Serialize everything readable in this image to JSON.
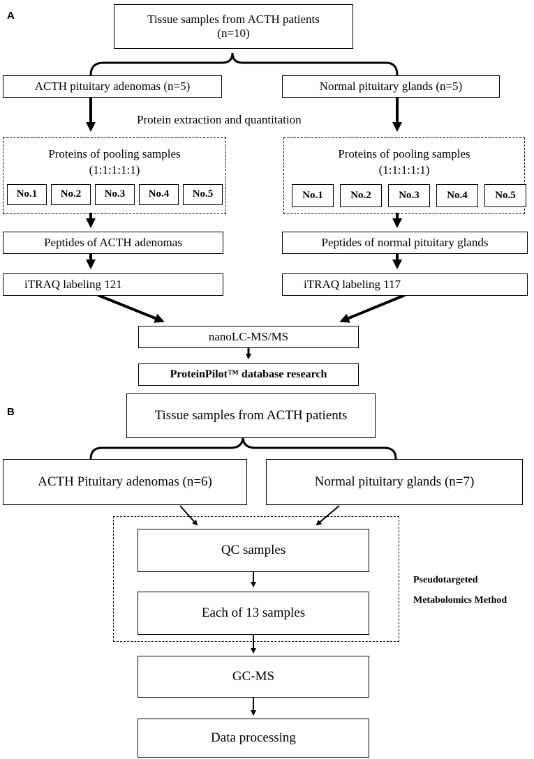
{
  "panel_a": {
    "label": "A",
    "top_box": {
      "line1": "Tissue samples from ACTH patients",
      "line2": "(n=10)"
    },
    "left_group": "ACTH pituitary adenomas (n=5)",
    "right_group": "Normal pituitary glands (n=5)",
    "extraction_label": "Protein extraction and quantitation",
    "pool_title": "Proteins of pooling samples",
    "pool_ratio": "(1:1:1:1:1)",
    "samples": [
      "No.1",
      "No.2",
      "No.3",
      "No.4",
      "No.5"
    ],
    "left_peptides": "Peptides of ACTH adenomas",
    "right_peptides": "Peptides of normal pituitary glands",
    "left_itraq": "iTRAQ labeling 121",
    "right_itraq": "iTRAQ labeling 117",
    "ms": "nanoLC-MS/MS",
    "database": "ProteinPilot™ database research"
  },
  "panel_b": {
    "label": "B",
    "top_box": "Tissue samples from ACTH  patients",
    "left_group": "ACTH  Pituitary adenomas (n=6)",
    "right_group": "Normal pituitary glands (n=7)",
    "qc": "QC samples",
    "each": "Each of 13 samples",
    "method_line1": "Pseudotargeted",
    "method_line2": "Metabolomics Method",
    "gcms": "GC-MS",
    "processing": "Data processing"
  }
}
